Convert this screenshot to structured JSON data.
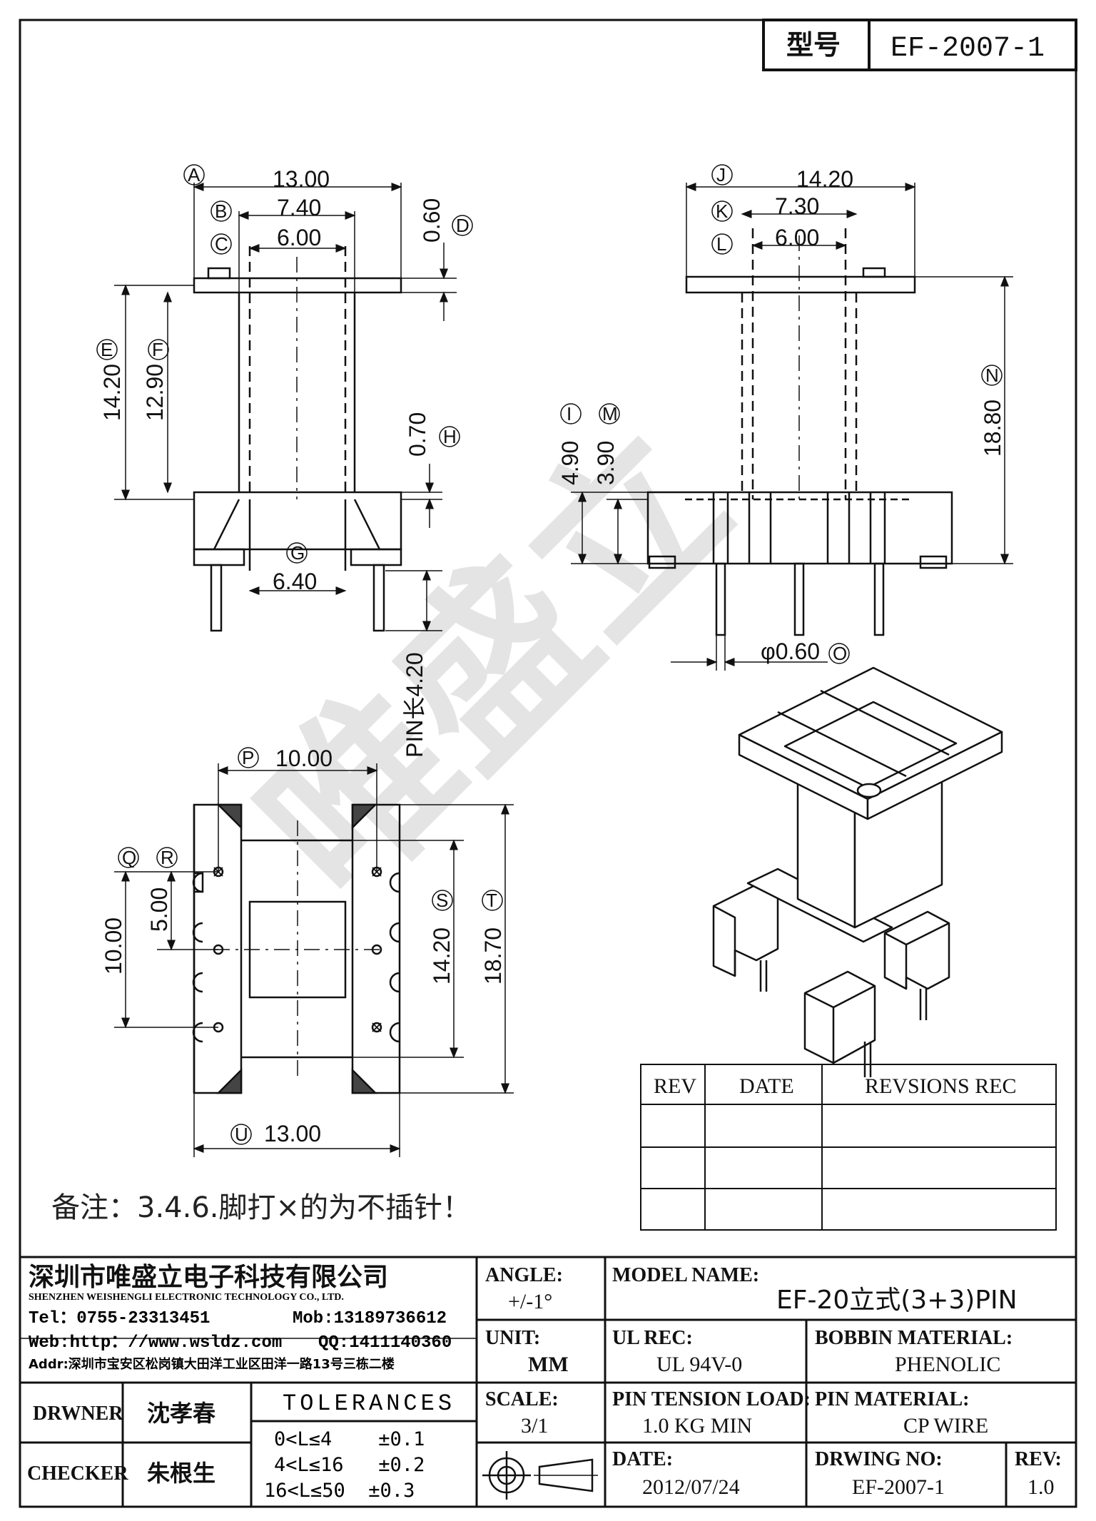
{
  "title_block_top": {
    "label": "型号",
    "value": "EF-2007-1"
  },
  "front_view": {
    "dims": {
      "A": "13.00",
      "B": "7.40",
      "C": "6.00",
      "D": "0.60",
      "E": "14.20",
      "F": "12.90",
      "G": "6.40",
      "H": "0.70"
    },
    "pin_length": "PIN长4.20"
  },
  "side_view": {
    "dims": {
      "J": "14.20",
      "K": "7.30",
      "L": "6.00",
      "I": "4.90",
      "M": "3.90",
      "N": "18.80",
      "O": "φ0.60"
    }
  },
  "bottom_view": {
    "dims": {
      "P": "10.00",
      "Q": "10.00",
      "R": "5.00",
      "S": "14.20",
      "T": "18.70",
      "U": "13.00"
    }
  },
  "note": "备注：3.4.6.脚打×的为不插针！",
  "watermark": "唯盛立",
  "revision_table": {
    "headers": [
      "REV",
      "DATE",
      "REVSIONS REC"
    ]
  },
  "company": {
    "name_cn": "深圳市唯盛立电子科技有限公司",
    "name_en": "SHENZHEN WEISHENGLI ELECTRONIC TECHNOLOGY CO., LTD.",
    "tel": "Tel：0755-23313451",
    "mob": "Mob:13189736612",
    "web": "Web:http：//www.wsldz.com",
    "qq": "QQ:1411140360",
    "addr": "Addr:深圳市宝安区松岗镇大田洋工业区田洋一路13号三栋二楼"
  },
  "title_block": {
    "angle_label": "ANGLE:",
    "angle_value": "+/-1°",
    "unit_label": "UNIT:",
    "unit_value": "MM",
    "scale_label": "SCALE:",
    "scale_value": "3/1",
    "model_label": "MODEL NAME:",
    "model_value": "EF-20立式(3+3)PIN",
    "ul_label": "UL REC:",
    "ul_value": "UL 94V-0",
    "bobbin_label": "BOBBIN MATERIAL:",
    "bobbin_value": "PHENOLIC",
    "tension_label": "PIN TENSION LOAD:",
    "tension_value": "1.0 KG MIN",
    "pinmat_label": "PIN MATERIAL:",
    "pinmat_value": "CP WIRE",
    "date_label": "DATE:",
    "date_value": "2012/07/24",
    "dwgno_label": "DRWING NO:",
    "dwgno_value": "EF-2007-1",
    "rev_label": "REV:",
    "rev_value": "1.0",
    "drawer_label": "DRWNER",
    "drawer_value": "沈孝春",
    "checker_label": "CHECKER",
    "checker_value": "朱根生",
    "tol_title": "TOLERANCES",
    "tolerances": [
      "0<L≤4    ±0.1",
      "4<L≤16   ±0.2",
      "16<L≤50  ±0.3"
    ]
  }
}
